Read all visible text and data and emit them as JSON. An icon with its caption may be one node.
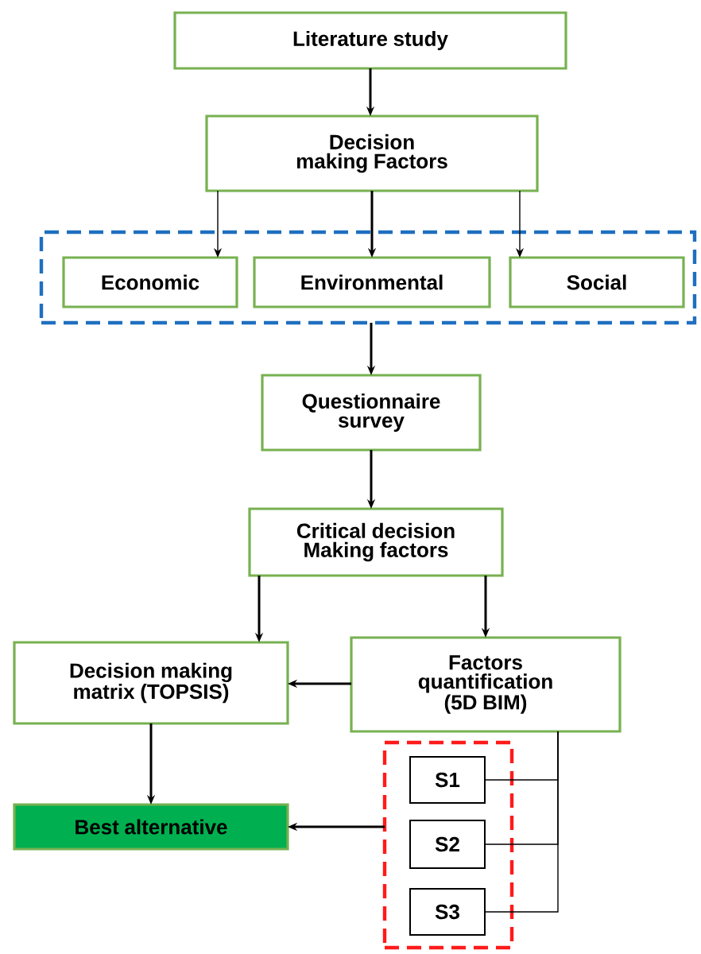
{
  "diagram": {
    "nodes": [
      {
        "text": [
          "Literature study"
        ]
      },
      {
        "text": [
          "Decision making Factors"
        ]
      },
      {
        "text": [],
        "shape": "box"
      },
      {
        "text": [
          "Economic"
        ],
        "in": 2
      },
      {
        "text": [
          "Environmental"
        ],
        "in": 2
      },
      {
        "text": [
          "Social"
        ],
        "in": 2
      },
      {
        "text": [
          "Questionnaire survey"
        ]
      },
      {
        "text": [
          "Critical decision Making factors"
        ]
      },
      {
        "text": [
          "Decision making matrix (TOPSIS)"
        ]
      },
      {
        "text": [
          "Factors quantification (5D BIM)"
        ]
      },
      {
        "text": [],
        "shape": "box"
      },
      {
        "text": [
          "S1"
        ],
        "in": 10
      },
      {
        "text": [
          "S2"
        ],
        "in": 10
      },
      {
        "text": [
          "S3"
        ],
        "in": 10
      },
      {
        "text": [
          "Best alternative"
        ]
      }
    ],
    "edges": [
      {
        "from": 0,
        "to": 1,
        "arrow": "to"
      },
      {
        "from": 1,
        "to": 3,
        "arrow": "to"
      },
      {
        "from": 1,
        "to": 4,
        "arrow": "to"
      },
      {
        "from": 1,
        "to": 5,
        "arrow": "to"
      },
      {
        "from": 2,
        "to": 6,
        "arrow": "to"
      },
      {
        "from": 6,
        "to": 7,
        "arrow": "to"
      },
      {
        "from": 7,
        "to": 8,
        "arrow": "to"
      },
      {
        "from": 7,
        "to": 9,
        "arrow": "to"
      },
      {
        "from": 9,
        "to": 8,
        "arrow": "to"
      },
      {
        "from": 8,
        "to": 14,
        "arrow": "to"
      },
      {
        "from": 10,
        "to": 14,
        "arrow": "to"
      },
      {
        "from": 9,
        "to": 11,
        "arrow": "none"
      },
      {
        "from": 9,
        "to": 12,
        "arrow": "none"
      },
      {
        "from": 9,
        "to": 13,
        "arrow": "none"
      }
    ]
  }
}
